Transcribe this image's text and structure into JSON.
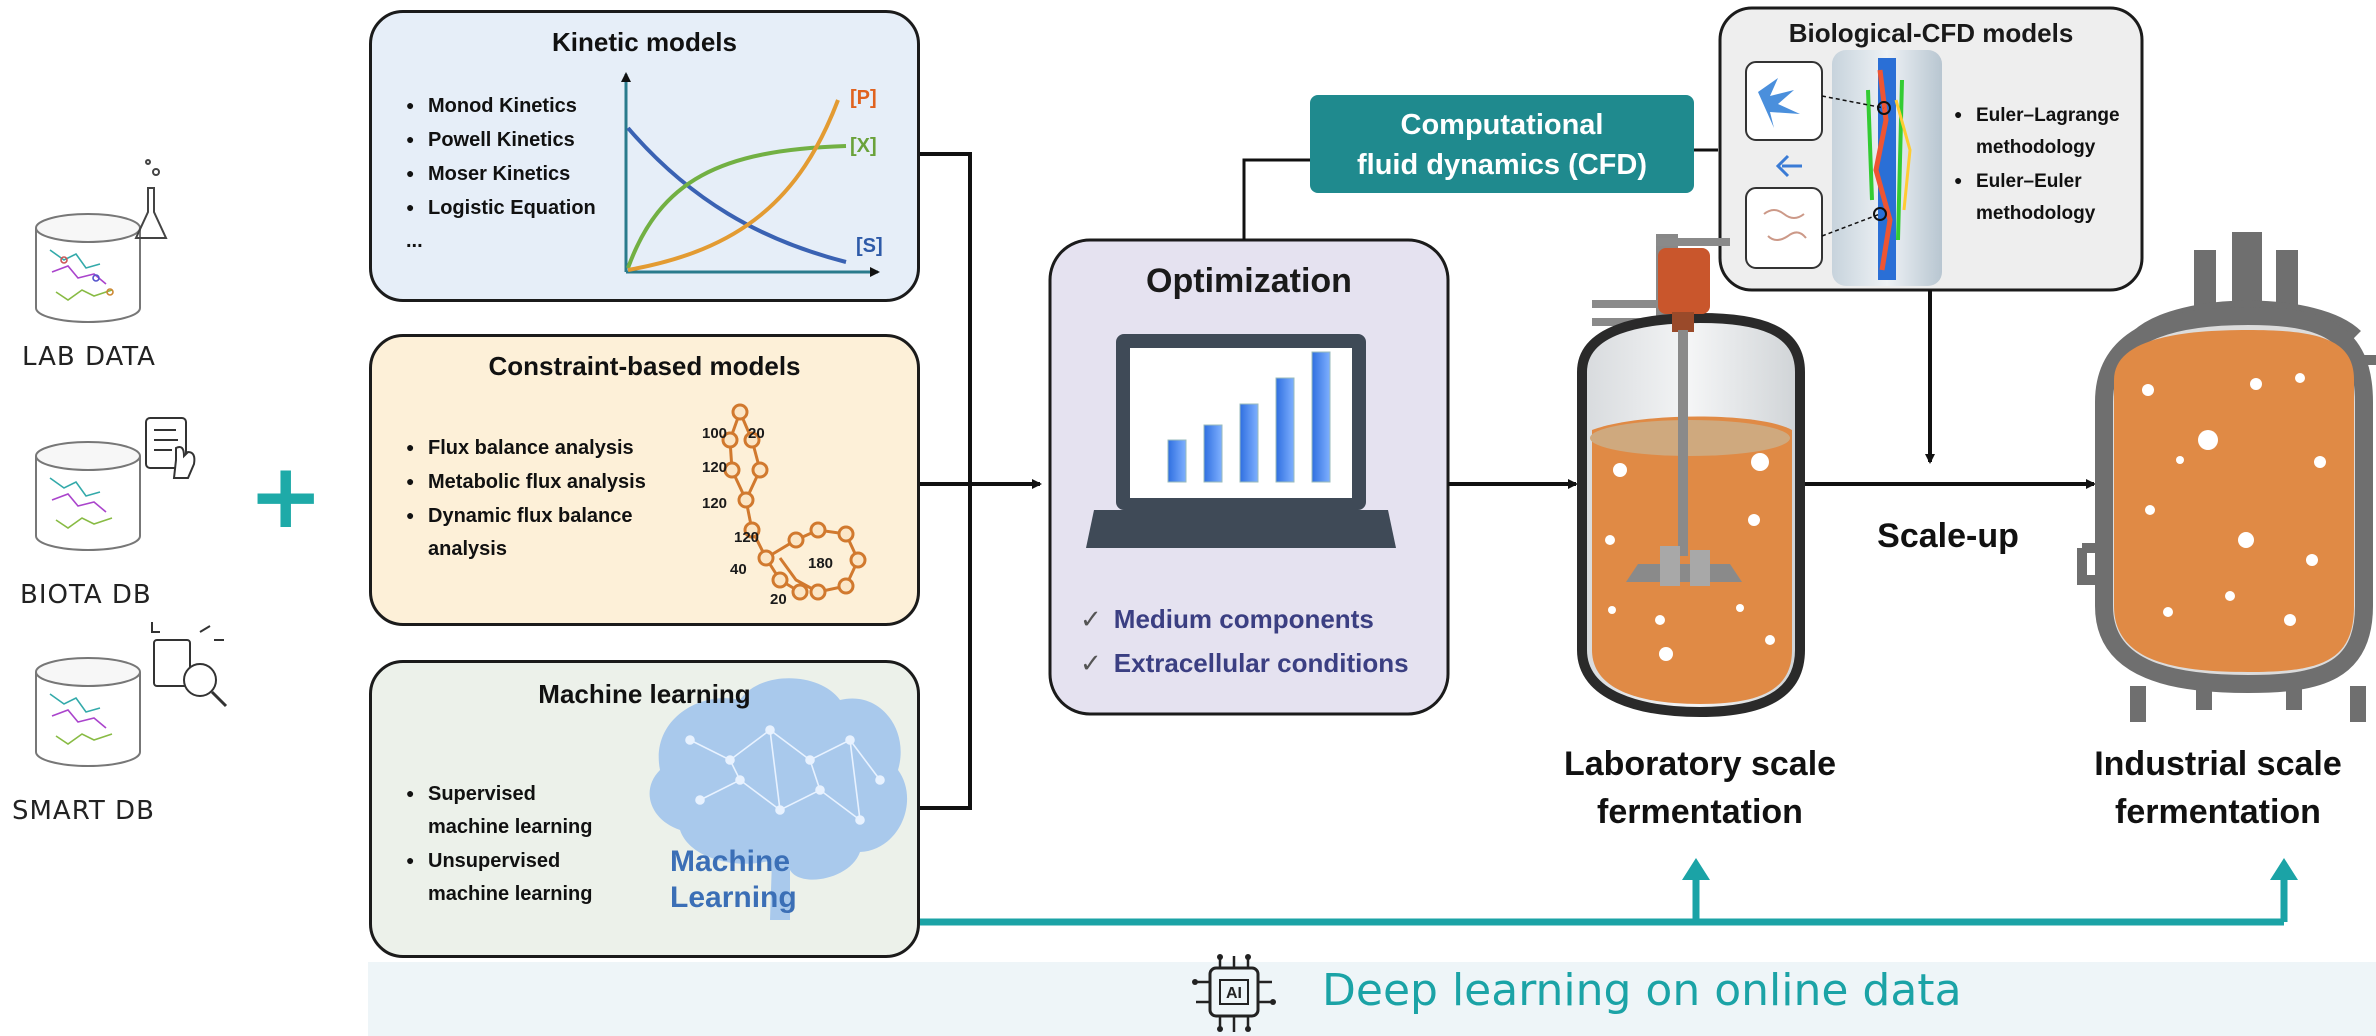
{
  "data_sources": {
    "lab": "LAB DATA",
    "biota": "BIOTA DB",
    "smart": "SMART DB",
    "plus": "+"
  },
  "kinetic": {
    "title": "Kinetic models",
    "items": [
      "Monod Kinetics",
      "Powell Kinetics",
      "Moser Kinetics",
      "Logistic Equation",
      "..."
    ],
    "curve_labels": {
      "p": "[P]",
      "x": "[X]",
      "s": "[S]"
    }
  },
  "constraint": {
    "title": "Constraint-based models",
    "item1": "Flux balance analysis",
    "item2": "Metabolic flux analysis",
    "item3a": "Dynamic flux balance",
    "item3b": "analysis",
    "net_labels": {
      "a": "100",
      "b": "20",
      "c": "120",
      "d": "120",
      "e": "120",
      "f": "40",
      "g": "180",
      "h": "20"
    }
  },
  "ml": {
    "title": "Machine learning",
    "item1a": "Supervised",
    "item1b": "machine learning",
    "item2a": "Unsupervised",
    "item2b": "machine learning",
    "brain_text_1": "Machine",
    "brain_text_2": "Learning"
  },
  "optimization": {
    "title": "Optimization",
    "check1": "Medium components",
    "check2": "Extracellular conditions"
  },
  "cfd": {
    "line1": "Computational",
    "line2": "fluid dynamics (CFD)"
  },
  "bio_cfd": {
    "title": "Biological-CFD models",
    "item1a": "Euler–Lagrange",
    "item1b": "methodology",
    "item2a": "Euler–Euler",
    "item2b": "methodology"
  },
  "scale_up": "Scale-up",
  "lab_scale": {
    "line1": "Laboratory scale",
    "line2": "fermentation"
  },
  "industrial_scale": {
    "line1": "Industrial scale",
    "line2": "fermentation"
  },
  "deep_learning": "Deep learning on online data",
  "ai_chip_text": "AI",
  "colors": {
    "teal": "#1ba3a6",
    "cfd_box": "#1f8a8e",
    "kinetic_bg": "#e6eef8",
    "constraint_bg": "#fdf0d8",
    "ml_bg": "#ecf1ea",
    "optim_bg": "#e5e2f0",
    "broth": "#e08a45"
  }
}
